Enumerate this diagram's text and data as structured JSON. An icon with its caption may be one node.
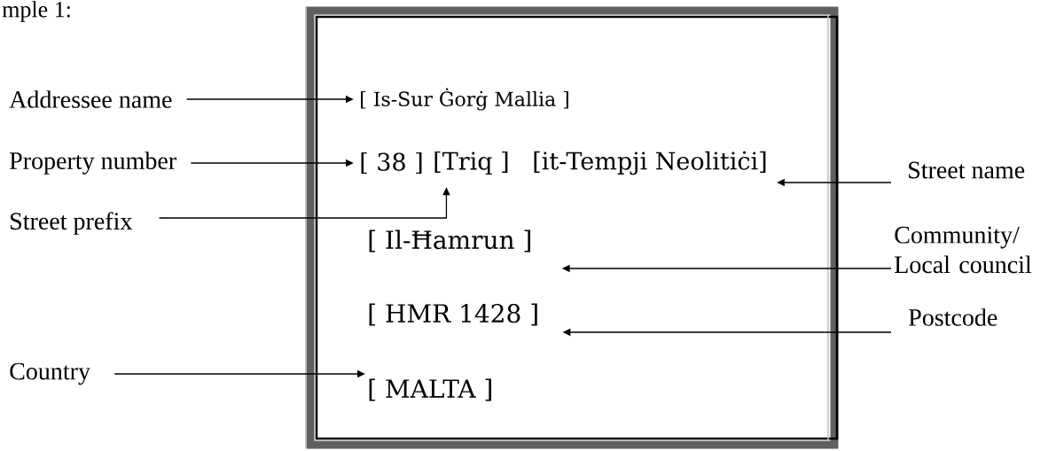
{
  "diagram": {
    "nodes": [
      {
        "text": [],
        "shape": "box"
      },
      {
        "text": [
          "Addressee name"
        ]
      },
      {
        "text": [
          "[ Is-Sur Ġorġ Mallia  ]"
        ],
        "in": 0
      },
      {
        "text": [
          "Property number"
        ]
      },
      {
        "text": [
          "[ 38 ]"
        ],
        "in": 0
      },
      {
        "text": [
          "[Triq ]"
        ],
        "in": 0
      },
      {
        "text": [
          "[it-Tempji Neolitiċi]"
        ],
        "in": 0
      },
      {
        "text": [
          "Street name"
        ]
      },
      {
        "text": [
          "Street prefix"
        ]
      },
      {
        "text": [
          "[ Il-Ħamrun ]"
        ],
        "in": 0
      },
      {
        "text": [
          "Community/ Local council"
        ]
      },
      {
        "text": [
          "[ HMR 1428 ]"
        ],
        "in": 0
      },
      {
        "text": [
          "Postcode"
        ]
      },
      {
        "text": [
          "Country"
        ]
      },
      {
        "text": [
          "[ MALTA ]"
        ],
        "in": 0
      }
    ],
    "edges": [
      {
        "from": 1,
        "to": 2,
        "arrow": "to"
      },
      {
        "from": 3,
        "to": 4,
        "arrow": "to"
      },
      {
        "from": 8,
        "to": 5,
        "arrow": "to"
      },
      {
        "from": 7,
        "to": 6,
        "arrow": "to"
      },
      {
        "from": 10,
        "to": 9,
        "arrow": "to"
      },
      {
        "from": 12,
        "to": 11,
        "arrow": "to"
      },
      {
        "from": 13,
        "to": 14,
        "arrow": "to"
      }
    ],
    "labels": [
      "mple 1:"
    ]
  }
}
